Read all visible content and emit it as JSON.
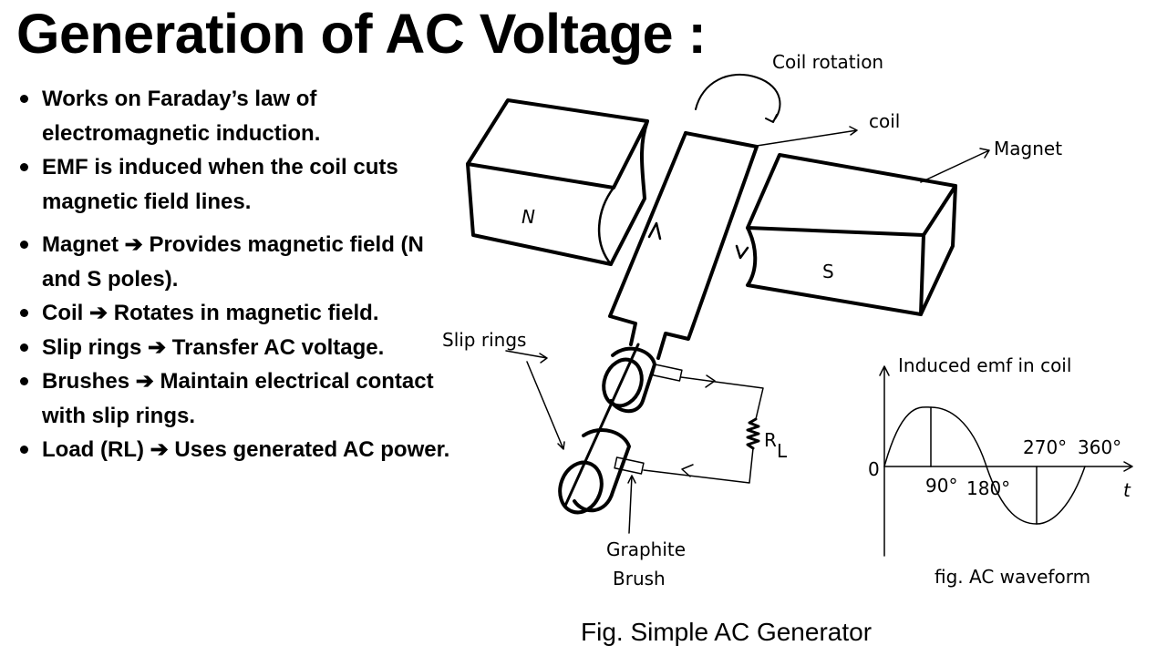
{
  "title": "Generation of AC Voltage :",
  "bullets": [
    "Works on Faraday’s law of electromagnetic induction.",
    "EMF is induced when the coil cuts magnetic field lines.",
    "Magnet ➔ Provides magnetic field (N and S poles).",
    "Coil ➔ Rotates in magnetic field.",
    "Slip rings ➔ Transfer AC voltage.",
    "Brushes ➔ Maintain electrical contact with slip rings.",
    "Load (RL) ➔ Uses generated AC power."
  ],
  "generator": {
    "label_coil_rotation": "Coil rotation",
    "label_coil": "coil",
    "label_magnet": "Magnet",
    "label_n": "N",
    "label_s": "S",
    "label_slip_rings": "Slip rings",
    "label_graphite": "Graphite",
    "label_brush": "Brush",
    "label_load": "R",
    "label_load_sub": "L",
    "caption": "Fig. Simple AC Generator"
  },
  "waveform": {
    "ylabel": "Induced emf in coil",
    "xlabel": "t",
    "origin": "0",
    "ticks": [
      "90°",
      "180°",
      "270°",
      "360°"
    ],
    "caption": "fig. AC waveform"
  }
}
